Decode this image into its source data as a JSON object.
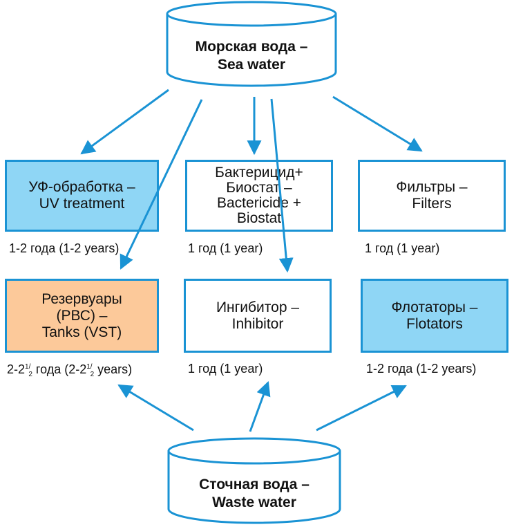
{
  "diagram": {
    "colors": {
      "line": "#1a93d4",
      "blue_fill": "#8fd6f5",
      "orange_fill": "#fcc99a",
      "white_fill": "#ffffff"
    },
    "sources": {
      "sea_water": {
        "line1": "Морская вода –",
        "line2": "Sea water"
      },
      "waste_water": {
        "line1": "Сточная вода –",
        "line2": "Waste water"
      }
    },
    "boxes": {
      "uv": {
        "line1": "УФ-обработка –",
        "line2": "UV treatment",
        "caption": "1-2 года (1-2 years)"
      },
      "bactericide": {
        "line1": "Бактерицид+",
        "line2": "Биостат –",
        "line3": "Bactericide +",
        "line4": "Biostat",
        "caption": "1 год (1 year)"
      },
      "filters": {
        "line1": "Фильтры –",
        "line2": "Filters",
        "caption": "1 год (1 year)"
      },
      "tanks": {
        "line1": "Резервуары",
        "line2": "(РВС)  –",
        "line3": "Tanks (VST)",
        "caption": {
          "a": "2-2",
          "sup1": "1/",
          "sub1": "2",
          "b": " года (2-2",
          "sup2": "1/",
          "sub2": "2",
          "c": " years)"
        }
      },
      "inhibitor": {
        "line1": "Ингибитор –",
        "line2": "Inhibitor",
        "caption": "1 год (1 year)"
      },
      "flotators": {
        "line1": "Флотаторы –",
        "line2": "Flotators",
        "caption": "1-2 года (1-2 years)"
      }
    }
  }
}
